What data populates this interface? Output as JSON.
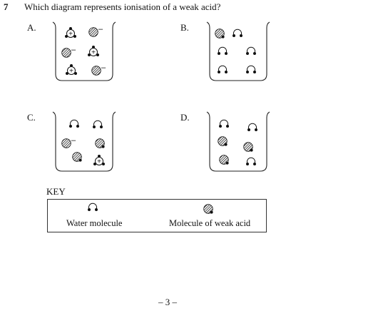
{
  "question": {
    "number": "7",
    "text": "Which diagram represents ionisation of a weak acid?"
  },
  "options": [
    {
      "label": "A.",
      "contents": [
        "hydronium-ion",
        "acid-anion",
        "acid-anion",
        "hydronium-ion",
        "hydronium-ion",
        "acid-anion"
      ]
    },
    {
      "label": "B.",
      "contents": [
        "weak-acid-molecule",
        "water-molecule",
        "water-molecule",
        "water-molecule",
        "water-molecule",
        "water-molecule"
      ]
    },
    {
      "label": "C.",
      "contents": [
        "water-molecule",
        "water-molecule",
        "acid-anion",
        "weak-acid-molecule",
        "weak-acid-molecule",
        "hydronium-ion"
      ]
    },
    {
      "label": "D.",
      "contents": [
        "water-molecule",
        "water-molecule",
        "weak-acid-molecule",
        "weak-acid-molecule",
        "weak-acid-molecule",
        "water-molecule"
      ]
    }
  ],
  "key": {
    "title": "KEY",
    "water_label": "Water molecule",
    "acid_label": "Molecule of weak acid"
  },
  "page_number": "– 3 –",
  "symbols": {
    "plus": "+",
    "minus": "–"
  }
}
